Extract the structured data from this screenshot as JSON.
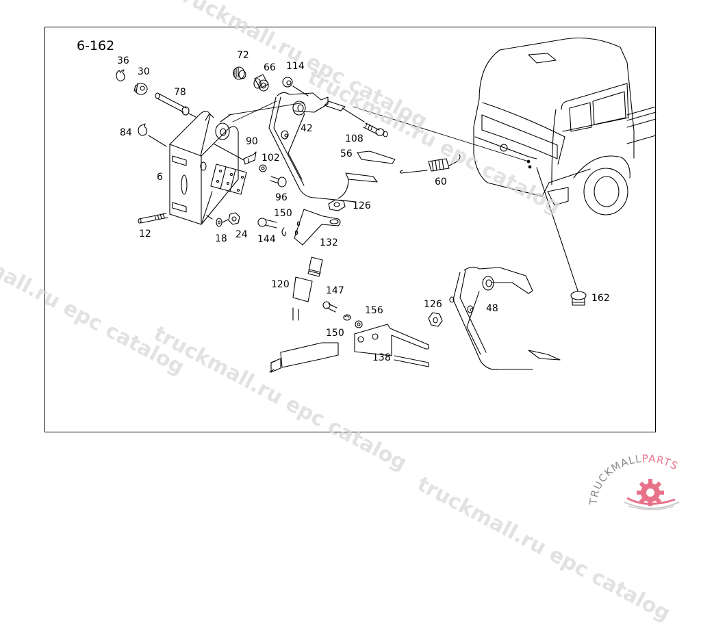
{
  "diagram": {
    "title": "6-162",
    "part_labels": [
      {
        "id": "36",
        "text": "36"
      },
      {
        "id": "30",
        "text": "30"
      },
      {
        "id": "78",
        "text": "78"
      },
      {
        "id": "84",
        "text": "84"
      },
      {
        "id": "6",
        "text": "6"
      },
      {
        "id": "12",
        "text": "12"
      },
      {
        "id": "18",
        "text": "18"
      },
      {
        "id": "24",
        "text": "24"
      },
      {
        "id": "72",
        "text": "72"
      },
      {
        "id": "66",
        "text": "66"
      },
      {
        "id": "114",
        "text": "114"
      },
      {
        "id": "42",
        "text": "42"
      },
      {
        "id": "108",
        "text": "108"
      },
      {
        "id": "56",
        "text": "56"
      },
      {
        "id": "60",
        "text": "60"
      },
      {
        "id": "90",
        "text": "90"
      },
      {
        "id": "102",
        "text": "102"
      },
      {
        "id": "96",
        "text": "96"
      },
      {
        "id": "126a",
        "text": "126"
      },
      {
        "id": "150a",
        "text": "150"
      },
      {
        "id": "144",
        "text": "144"
      },
      {
        "id": "132",
        "text": "132"
      },
      {
        "id": "120",
        "text": "120"
      },
      {
        "id": "147",
        "text": "147"
      },
      {
        "id": "156",
        "text": "156"
      },
      {
        "id": "150b",
        "text": "150"
      },
      {
        "id": "138",
        "text": "138"
      },
      {
        "id": "126b",
        "text": "126"
      },
      {
        "id": "48",
        "text": "48"
      },
      {
        "id": "162",
        "text": "162"
      }
    ]
  },
  "watermarks": [
    "truckmall.ru epc catalog",
    "truckmall.ru epc catalog",
    "truckmall.ru epc catalog",
    "truckmall.ru epc catalog",
    "truckmall.ru epc catalog"
  ],
  "logo": {
    "text_main": "TRUCKMALL",
    "text_accent": "PARTS",
    "accent_color": "#e8728a",
    "text_color": "#8c8c8c"
  }
}
